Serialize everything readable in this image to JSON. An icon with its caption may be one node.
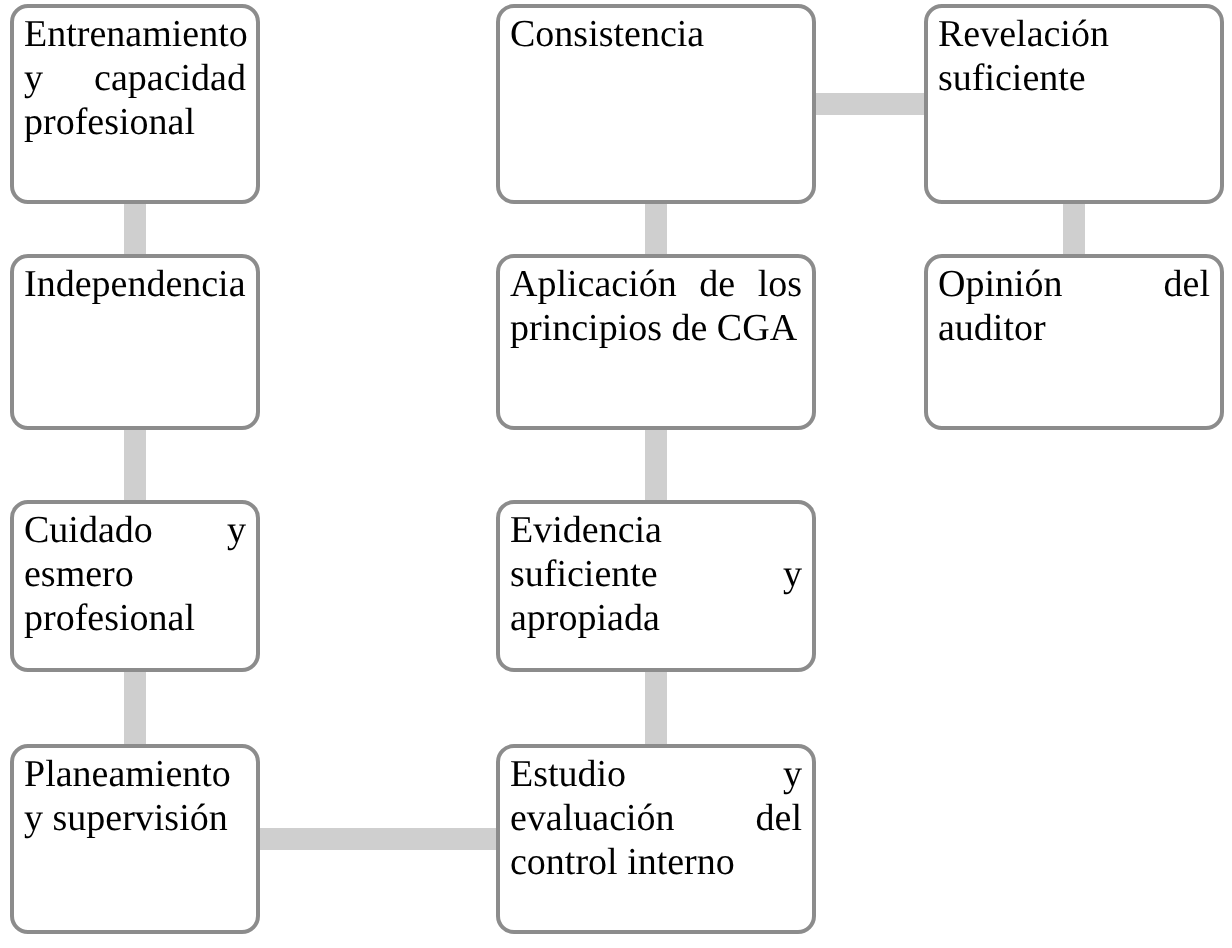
{
  "diagram": {
    "nodes": [
      {
        "text": [
          "Entrenamiento y capacidad profesional"
        ]
      },
      {
        "text": [
          "Independencia"
        ]
      },
      {
        "text": [
          "Cuidado y esmero profesional"
        ]
      },
      {
        "text": [
          "Planeamiento y supervisión"
        ]
      },
      {
        "text": [
          "Estudio y evaluación del control interno"
        ]
      },
      {
        "text": [
          "Evidencia suficiente y apropiada"
        ]
      },
      {
        "text": [
          "Aplicación de los principios de CGA"
        ]
      },
      {
        "text": [
          "Consistencia"
        ]
      },
      {
        "text": [
          "Revelación suficiente"
        ]
      },
      {
        "text": [
          "Opinión del auditor"
        ]
      }
    ],
    "edges": [
      {
        "from": 0,
        "to": 1,
        "arrow": "none"
      },
      {
        "from": 1,
        "to": 2,
        "arrow": "none"
      },
      {
        "from": 2,
        "to": 3,
        "arrow": "none"
      },
      {
        "from": 3,
        "to": 4,
        "arrow": "none"
      },
      {
        "from": 4,
        "to": 5,
        "arrow": "none"
      },
      {
        "from": 5,
        "to": 6,
        "arrow": "none"
      },
      {
        "from": 6,
        "to": 7,
        "arrow": "none"
      },
      {
        "from": 7,
        "to": 8,
        "arrow": "none"
      },
      {
        "from": 8,
        "to": 9,
        "arrow": "none"
      }
    ]
  }
}
